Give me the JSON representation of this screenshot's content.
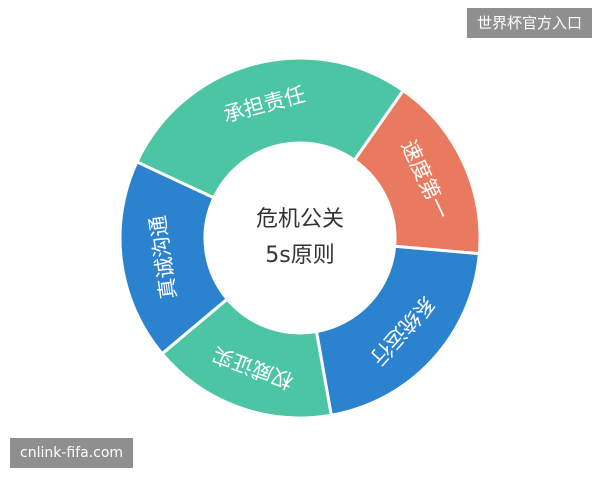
{
  "center": {
    "line1": "危机公关",
    "line2": "5s原则"
  },
  "segments": [
    {
      "label": "承担责任",
      "color": "#4cc5a5",
      "start": -155,
      "end": -55,
      "label_angle": -105
    },
    {
      "label": "速度第一",
      "color": "#ea7a5f",
      "start": -55,
      "end": 5,
      "label_angle": -25
    },
    {
      "label": "系统运行",
      "color": "#2b82cf",
      "start": 5,
      "end": 80,
      "label_angle": 42
    },
    {
      "label": "权威证实",
      "color": "#4cc5a5",
      "start": 80,
      "end": 140,
      "label_angle": 110
    },
    {
      "label": "真诚沟通",
      "color": "#2b82cf",
      "start": 140,
      "end": 205,
      "label_angle": 172
    }
  ],
  "watermarks": {
    "top_right": "世界杯官方入口",
    "bottom_left": "cnlink-fifa.com"
  }
}
